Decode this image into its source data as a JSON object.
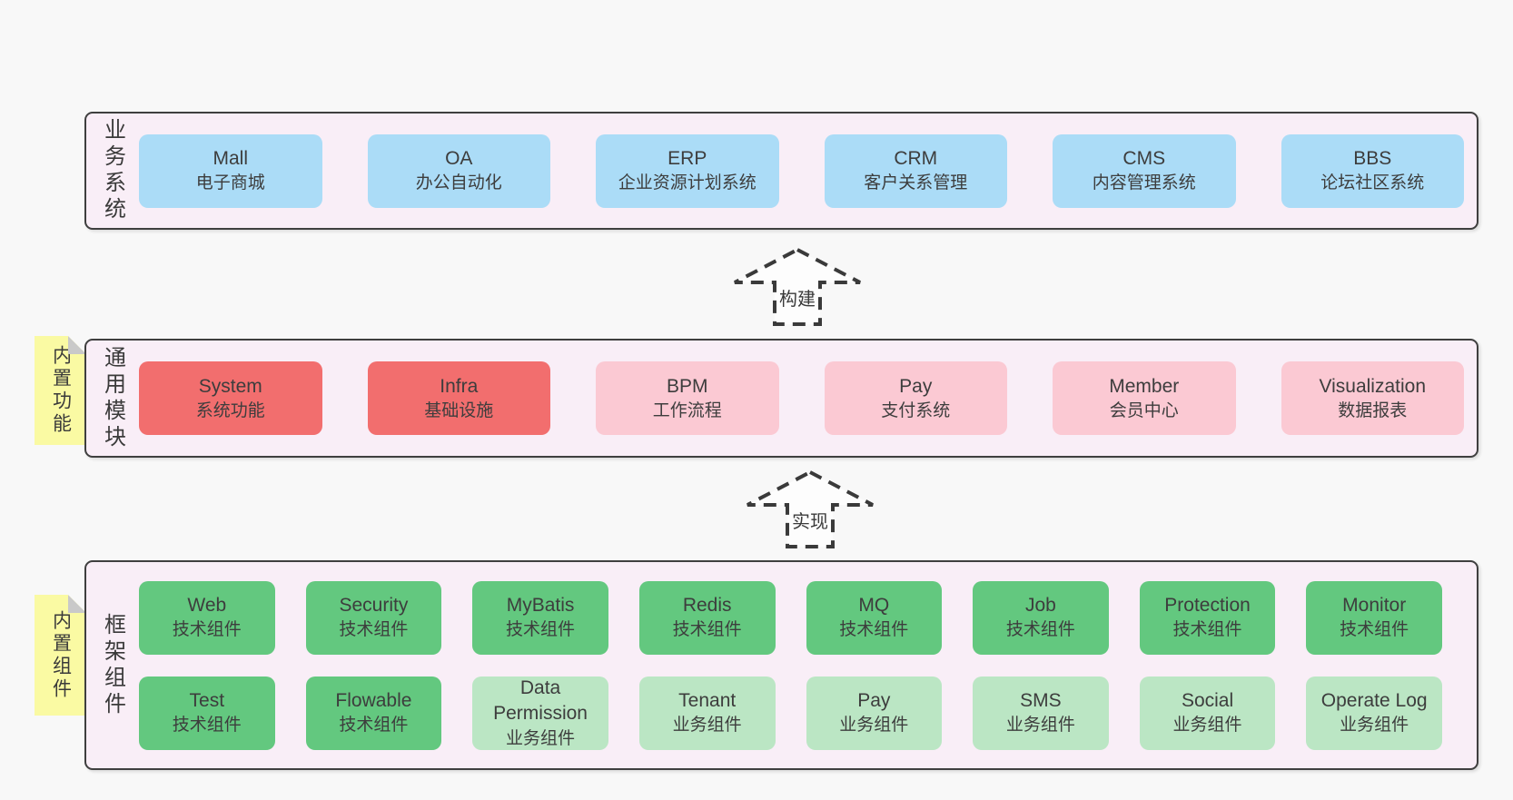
{
  "colors": {
    "page_bg": "#f8f8f8",
    "panel_bg": "#f9eef7",
    "panel_border": "#3f3f3f",
    "box_blue": "#abdcf7",
    "box_red": "#f26e6e",
    "box_pink": "#fbc9d3",
    "box_green_dark": "#63c87f",
    "box_green_light": "#bbe6c4",
    "sticky_yellow": "#fafaa3",
    "sticky_fold": "#c9c9c9",
    "arrow_stroke": "#3a3a3a",
    "text": "#3d3d3d"
  },
  "sections": [
    {
      "id": "business",
      "label": "业务系统",
      "boxes": [
        {
          "name": "Mall",
          "desc": "电子商城",
          "variant": "blue"
        },
        {
          "name": "OA",
          "desc": "办公自动化",
          "variant": "blue"
        },
        {
          "name": "ERP",
          "desc": "企业资源计划系统",
          "variant": "blue"
        },
        {
          "name": "CRM",
          "desc": "客户关系管理",
          "variant": "blue"
        },
        {
          "name": "CMS",
          "desc": "内容管理系统",
          "variant": "blue"
        },
        {
          "name": "BBS",
          "desc": "论坛社区系统",
          "variant": "blue"
        }
      ]
    },
    {
      "id": "modules",
      "label": "通用模块",
      "sticky": "内置功能",
      "boxes": [
        {
          "name": "System",
          "desc": "系统功能",
          "variant": "red"
        },
        {
          "name": "Infra",
          "desc": "基础设施",
          "variant": "red"
        },
        {
          "name": "BPM",
          "desc": "工作流程",
          "variant": "pink"
        },
        {
          "name": "Pay",
          "desc": "支付系统",
          "variant": "pink"
        },
        {
          "name": "Member",
          "desc": "会员中心",
          "variant": "pink"
        },
        {
          "name": "Visualization",
          "desc": "数据报表",
          "variant": "pink"
        }
      ]
    },
    {
      "id": "components",
      "label": "框架组件",
      "sticky": "内置组件",
      "boxes": [
        {
          "name": "Web",
          "desc": "技术组件",
          "variant": "green-dark"
        },
        {
          "name": "Security",
          "desc": "技术组件",
          "variant": "green-dark"
        },
        {
          "name": "MyBatis",
          "desc": "技术组件",
          "variant": "green-dark"
        },
        {
          "name": "Redis",
          "desc": "技术组件",
          "variant": "green-dark"
        },
        {
          "name": "MQ",
          "desc": "技术组件",
          "variant": "green-dark"
        },
        {
          "name": "Job",
          "desc": "技术组件",
          "variant": "green-dark"
        },
        {
          "name": "Protection",
          "desc": "技术组件",
          "variant": "green-dark"
        },
        {
          "name": "Monitor",
          "desc": "技术组件",
          "variant": "green-dark"
        },
        {
          "name": "Test",
          "desc": "技术组件",
          "variant": "green-dark"
        },
        {
          "name": "Flowable",
          "desc": "技术组件",
          "variant": "green-dark"
        },
        {
          "name": "Data Permission",
          "desc": "业务组件",
          "variant": "green-light"
        },
        {
          "name": "Tenant",
          "desc": "业务组件",
          "variant": "green-light"
        },
        {
          "name": "Pay",
          "desc": "业务组件",
          "variant": "green-light"
        },
        {
          "name": "SMS",
          "desc": "业务组件",
          "variant": "green-light"
        },
        {
          "name": "Social",
          "desc": "业务组件",
          "variant": "green-light"
        },
        {
          "name": "Operate Log",
          "desc": "业务组件",
          "variant": "green-light"
        }
      ]
    }
  ],
  "arrows": [
    {
      "label": "构建"
    },
    {
      "label": "实现"
    }
  ]
}
